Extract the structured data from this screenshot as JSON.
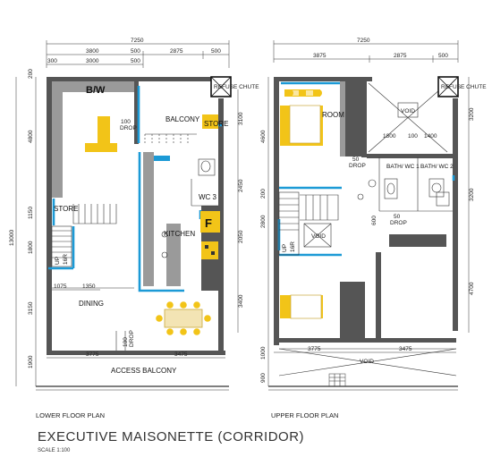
{
  "lower_floor": {
    "caption": "LOWER FLOOR PLAN",
    "dims_top": [
      "7250",
      "3800",
      "500",
      "2875",
      "500",
      "300",
      "3000",
      "500"
    ],
    "dims_bottom": [
      "3775",
      "3475"
    ],
    "dims_left": [
      "200",
      "4800",
      "13000",
      "1150",
      "1800",
      "3150",
      "1900"
    ],
    "dims_right": [
      "3100",
      "2450",
      "2050",
      "3400"
    ],
    "dims_inner": [
      "1075",
      "1350",
      "100",
      "100",
      "DROP"
    ],
    "rooms": {
      "bw": "B/W",
      "balcony": "BALCONY",
      "store_top": "STORE",
      "store_left": "STORE",
      "wc3": "WC 3",
      "kitchen": "KITCHEN",
      "dining": "DINING",
      "access_balcony": "ACCESS BALCONY",
      "f_mark": "F",
      "refuse_chute": "REFUSE CHUTE",
      "up": "UP",
      "risers": "16R",
      "drop": "DROP",
      "drop_100": "100"
    }
  },
  "upper_floor": {
    "caption": "UPPER FLOOR PLAN",
    "dims_top": [
      "7250",
      "3875",
      "2875",
      "500"
    ],
    "dims_bottom": [
      "3775",
      "3475",
      "VOID"
    ],
    "dims_left": [
      "4600",
      "200",
      "2800",
      "1000",
      "900"
    ],
    "dims_right": [
      "3200",
      "3200",
      "4700"
    ],
    "dims_inner": [
      "1800",
      "100",
      "1400",
      "50",
      "DROP",
      "50",
      "DROP",
      "600"
    ],
    "rooms": {
      "room_partial": "ROOM",
      "bath_wc1": "BATH/ WC 1",
      "bath_wc2": "BATH/ WC 2",
      "refuse_chute": "REFUSE CHUTE",
      "void": "VOID",
      "up": "UP",
      "risers": "16R",
      "void_bottom": "VOID"
    }
  },
  "title": "EXECUTIVE MAISONETTE (CORRIDOR)",
  "scale": "SCALE   1:100",
  "colors": {
    "accent_blue": "#1c9ad6",
    "accent_yellow": "#f2c418",
    "wall_dark": "#555555",
    "wall_light": "#9a9a9a"
  }
}
